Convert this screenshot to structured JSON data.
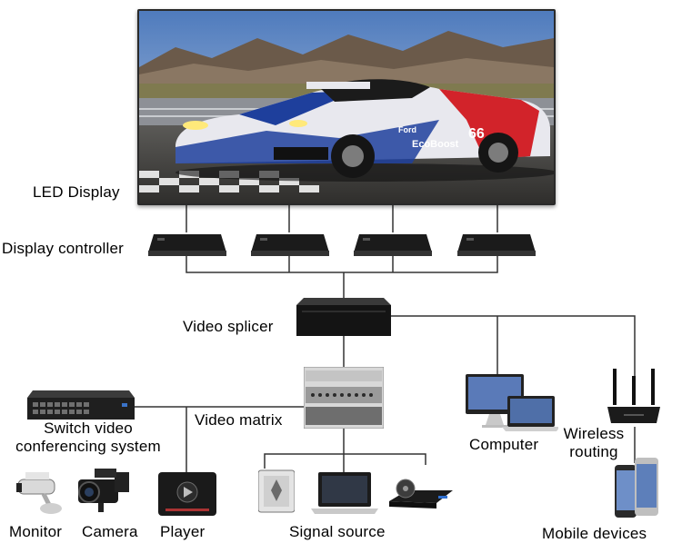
{
  "labels": {
    "led_display": "LED Display",
    "display_controller": "Display controller",
    "video_splicer": "Video splicer",
    "video_matrix": "Video matrix",
    "switch_video_conferencing": "Switch video conferencing system",
    "computer": "Computer",
    "wireless_routing": "Wireless routing",
    "monitor": "Monitor",
    "camera": "Camera",
    "player": "Player",
    "signal_source": "Signal source",
    "mobile_devices": "Mobile devices"
  },
  "car_text": {
    "brand_badge": "Ford",
    "ecoboost": "EcoBoost",
    "race_number": "66"
  },
  "colors": {
    "car_body": "#e8e8ee",
    "car_blue": "#1e3f9c",
    "car_red": "#d2232a",
    "sky": "#6f95c9",
    "mountain": "#6b5a4a",
    "device_dark": "#1b1b1b"
  }
}
